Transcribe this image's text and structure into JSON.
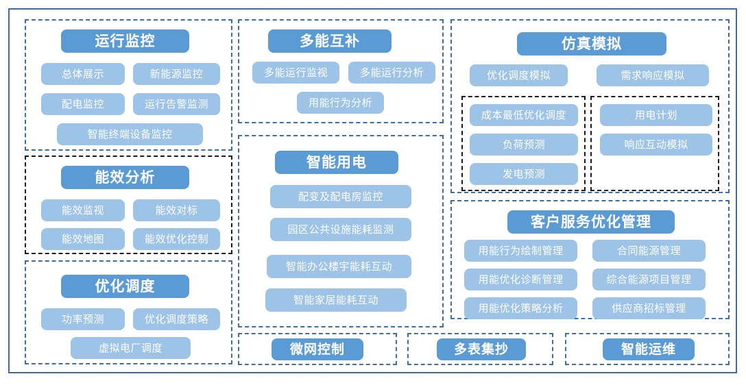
{
  "meta": {
    "accent_header": "#5B9BD5",
    "accent_pill": "#9DC3E6",
    "border_blue": "#3A6EA5",
    "border_black": "#1A1A1A",
    "background": "#FFFFFF"
  },
  "panels": {
    "operation_monitoring": {
      "title": "运行监控",
      "items": [
        "总体展示",
        "新能源监控",
        "配电监控",
        "运行告警监测",
        "智能终端设备监控"
      ]
    },
    "energy_efficiency": {
      "title": "能效分析",
      "items": [
        "能效监视",
        "能效对标",
        "能效地图",
        "能效优化控制"
      ]
    },
    "optimal_dispatch": {
      "title": "优化调度",
      "items": [
        "功率预测",
        "优化调度策略",
        "虚拟电厂调度"
      ]
    },
    "multi_energy": {
      "title": "多能互补",
      "items": [
        "多能运行监视",
        "多能运行分析",
        "用能行为分析"
      ]
    },
    "smart_power": {
      "title": "智能用电",
      "items": [
        "配变及配电房监控",
        "园区公共设施能耗监测",
        "智能办公楼宇能耗互动",
        "智能家居能耗互动"
      ]
    },
    "simulation": {
      "title": "仿真模拟",
      "top_items": [
        "优化调度模拟",
        "需求响应模拟"
      ],
      "left_group": [
        "成本最低优化调度",
        "负荷预测",
        "发电预测"
      ],
      "right_group": [
        "用电计划",
        "响应互动模拟"
      ]
    },
    "customer_service": {
      "title": "客户服务优化管理",
      "left_items": [
        "用能行为绘制管理",
        "用能优化诊断管理",
        "用能优化策略分析"
      ],
      "right_items": [
        "合同能源管理",
        "综合能源项目管理",
        "供应商招标管理"
      ]
    },
    "microgrid_control": {
      "title": "微网控制"
    },
    "multi_meter": {
      "title": "多表集抄"
    },
    "smart_ops": {
      "title": "智能运维"
    }
  }
}
